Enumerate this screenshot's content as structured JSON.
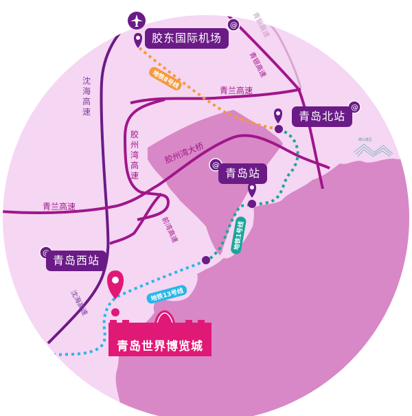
{
  "map": {
    "title": "青岛世界博览城",
    "colors": {
      "land": "#f5d6f3",
      "bay": "#d888c6",
      "road_primary": "#a0168a",
      "road_dark": "#6a1b86",
      "road_minor": "#d7a8d2",
      "station_box": "#6a1b86",
      "destination": "#e01977",
      "metro_8": "#f39a3c",
      "metro_1": "#1aa59a",
      "metro_13": "#29b6e8"
    },
    "stations": [
      {
        "name": "胶东国际机场",
        "icon": "airport-icon"
      },
      {
        "name": "青岛北站",
        "icon": "rail-station-icon"
      },
      {
        "name": "青岛站",
        "icon": "rail-station-icon"
      },
      {
        "name": "青岛西站",
        "icon": "rail-station-icon"
      }
    ],
    "destination": {
      "name": "青岛世界博览城",
      "icon": "location-pin-icon"
    },
    "roads": [
      {
        "name": "沈海高速",
        "position": "upper-left"
      },
      {
        "name": "沈海高速",
        "position": "lower-left"
      },
      {
        "name": "青兰高速",
        "position": "top"
      },
      {
        "name": "青兰高速",
        "position": "left"
      },
      {
        "name": "胶州湾高速",
        "position": "center-left"
      },
      {
        "name": "胶州湾大桥",
        "position": "bay"
      },
      {
        "name": "青银高速",
        "position": "top-right"
      },
      {
        "name": "青新高速",
        "position": "top-right-faint"
      },
      {
        "name": "前湾高速",
        "position": "center"
      }
    ],
    "metro_lines": [
      {
        "name": "地铁8号线",
        "color": "#f39a3c"
      },
      {
        "name": "地铁1号线",
        "color": "#1aa59a"
      },
      {
        "name": "地铁13号线",
        "color": "#29b6e8"
      }
    ],
    "scenic_area": {
      "name": "崂山景区",
      "icon": "mountain-icon"
    }
  }
}
